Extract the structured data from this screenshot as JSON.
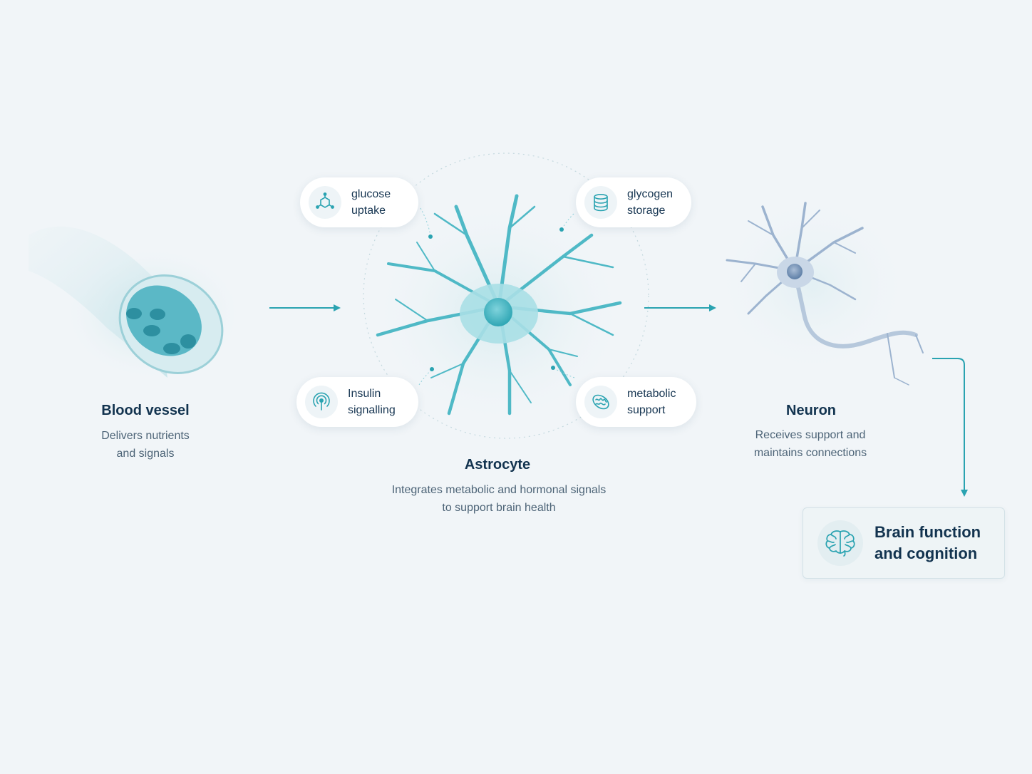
{
  "colors": {
    "accent": "#2aa3b1",
    "title": "#12334f",
    "body_text": "#4d6477",
    "background": "#f1f5f8",
    "neuron": "#8ea9c9"
  },
  "blood_vessel": {
    "title": "Blood vessel",
    "desc_line1": "Delivers nutrients",
    "desc_line2": "and signals"
  },
  "astrocyte": {
    "title": "Astrocyte",
    "desc_line1": "Integrates metabolic and hormonal signals",
    "desc_line2": "to support brain health"
  },
  "neuron": {
    "title": "Neuron",
    "desc_line1": "Receives support and",
    "desc_line2": "maintains connections"
  },
  "functions": [
    {
      "icon": "molecule-icon",
      "line1": "glucose",
      "line2": "uptake"
    },
    {
      "icon": "database-icon",
      "line1": "glycogen",
      "line2": "storage"
    },
    {
      "icon": "signal-icon",
      "line1": "Insulin",
      "line2": "signalling"
    },
    {
      "icon": "mitochondria-icon",
      "line1": "metabolic",
      "line2": "support"
    }
  ],
  "outcome": {
    "icon": "brain-icon",
    "line1": "Brain function",
    "line2": "and cognition"
  }
}
